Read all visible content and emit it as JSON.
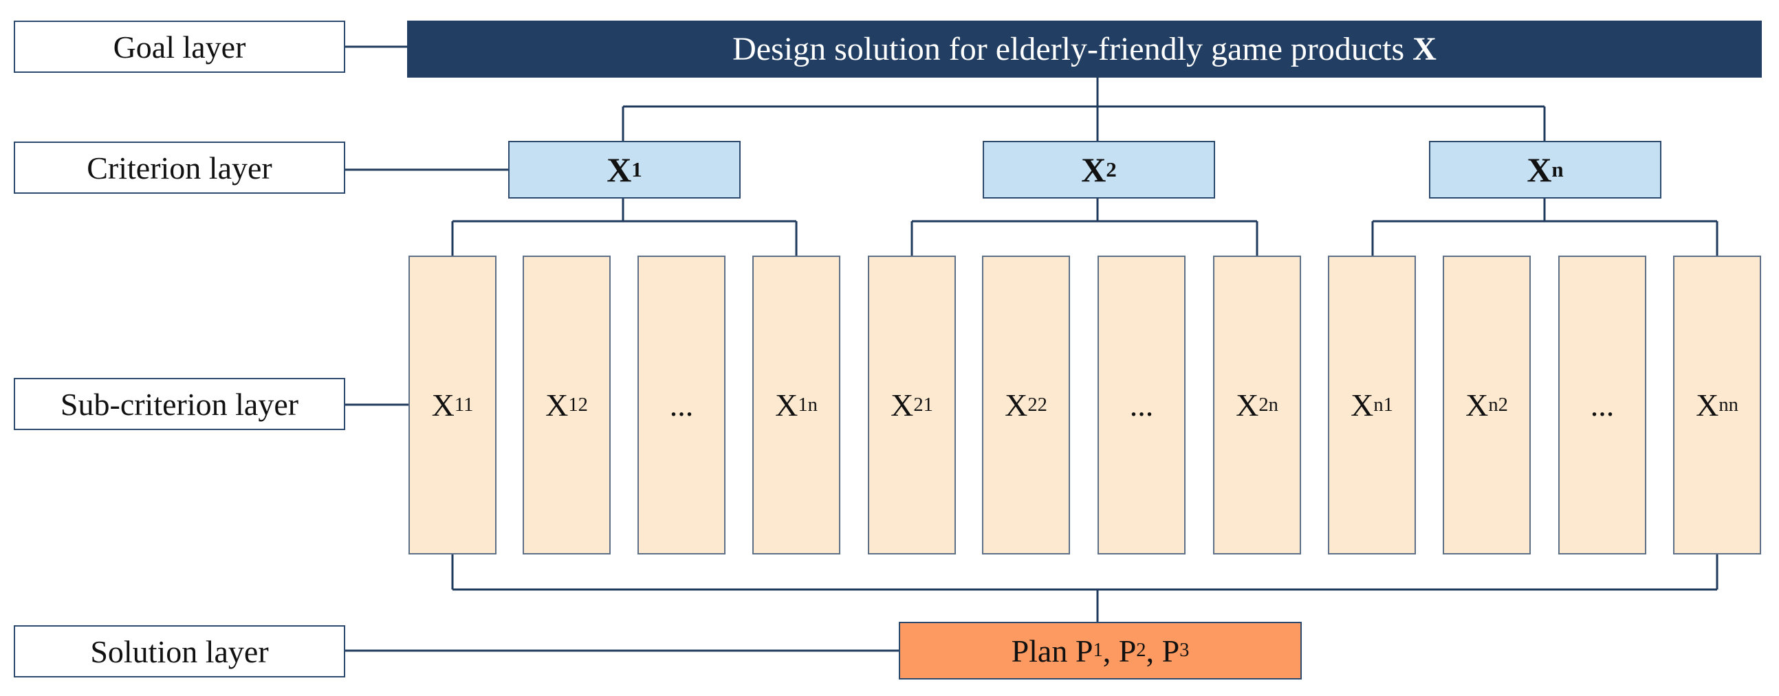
{
  "layers": {
    "goal": "Goal layer",
    "criterion": "Criterion layer",
    "sub_criterion": "Sub-criterion layer",
    "solution": "Solution layer"
  },
  "goal": {
    "text": "Design solution for elderly-friendly game products ",
    "symbol": "X"
  },
  "criteria": [
    {
      "base": "X",
      "sub": "1"
    },
    {
      "base": "X",
      "sub": "2"
    },
    {
      "base": "X",
      "sub": "n"
    }
  ],
  "sub_criteria": [
    {
      "base": "X",
      "sub": "11"
    },
    {
      "base": "X",
      "sub": "12"
    },
    {
      "base": "...",
      "sub": ""
    },
    {
      "base": "X",
      "sub": "1n"
    },
    {
      "base": "X",
      "sub": "21"
    },
    {
      "base": "X",
      "sub": "22"
    },
    {
      "base": "...",
      "sub": ""
    },
    {
      "base": "X",
      "sub": "2n"
    },
    {
      "base": "X",
      "sub": "n1"
    },
    {
      "base": "X",
      "sub": "n2"
    },
    {
      "base": "...",
      "sub": ""
    },
    {
      "base": "X",
      "sub": "nn"
    }
  ],
  "solution": {
    "prefix": "Plan P",
    "items": [
      {
        "sub": "1",
        "sep": ", P"
      },
      {
        "sub": "2",
        "sep": ", P"
      },
      {
        "sub": "3",
        "sep": ""
      }
    ]
  },
  "colors": {
    "goal_fill": "#223f63",
    "criterion_fill": "#c5e0f3",
    "sub_criterion_fill": "#fde9cf",
    "solution_fill": "#fc9a61",
    "connector": "#1f3a5c"
  }
}
